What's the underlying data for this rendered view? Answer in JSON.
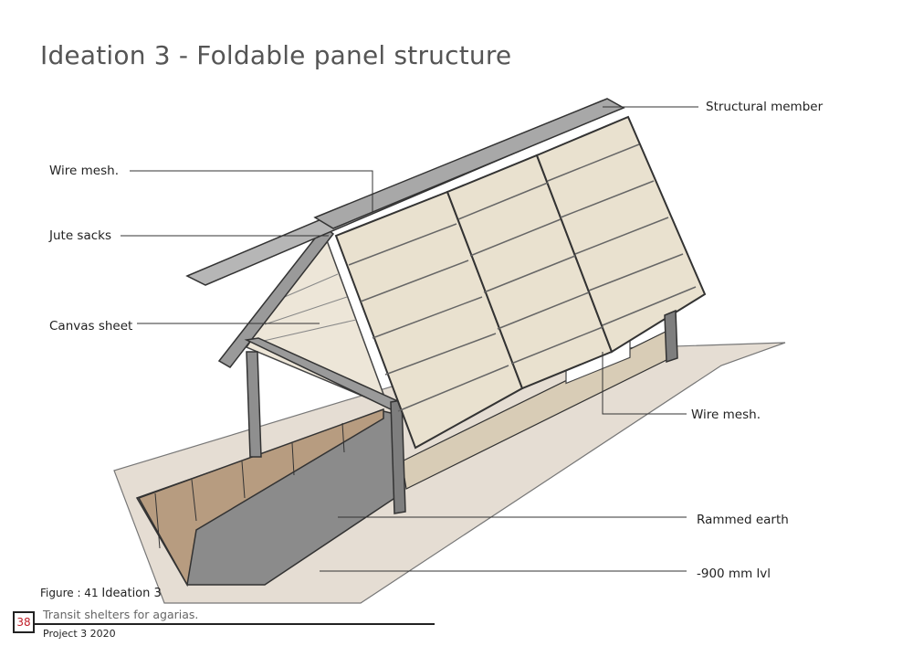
{
  "page": {
    "title": "Ideation 3 - Foldable panel structure"
  },
  "labels": {
    "structural_member": "Structural member",
    "wire_mesh_left": "Wire mesh.",
    "jute_sacks": "Jute sacks",
    "canvas_sheet": "Canvas sheet",
    "wire_mesh_right": "Wire mesh.",
    "rammed_earth": "Rammed earth",
    "level": "-900 mm lvl"
  },
  "caption": {
    "prefix": "Figure  : 41",
    "name": "Ideation 3"
  },
  "footer": {
    "page_number": "38",
    "subtitle": "Transit shelters for agarias.",
    "project": "Project 3 2020"
  },
  "colors": {
    "title": "#555555",
    "page_number": "#c0202a",
    "ground": "#e4ddd4",
    "pit_floor": "#8a8a8a",
    "rammed_earth": "#b59a7e",
    "panel": "#e9e1cf",
    "frame": "#555555"
  }
}
